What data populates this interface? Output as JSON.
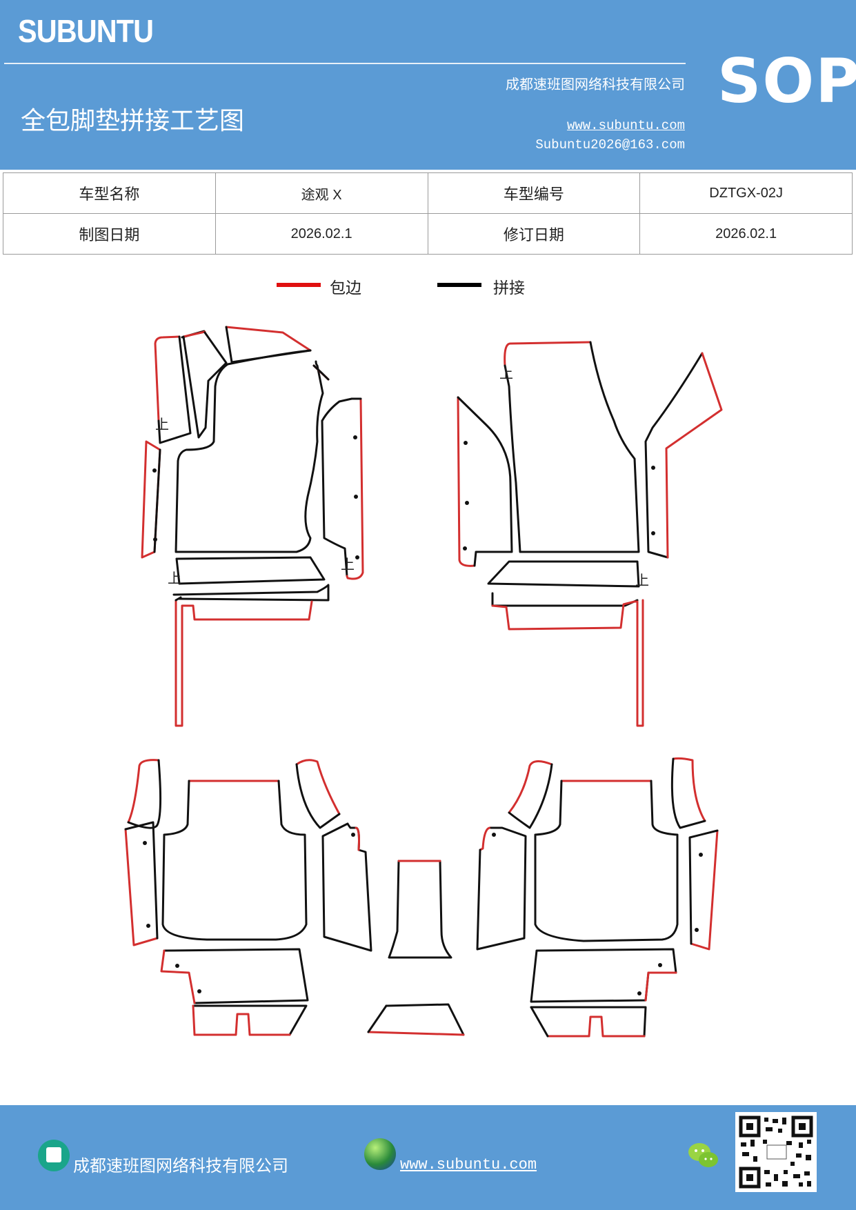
{
  "header": {
    "logo": "SUBUNTU",
    "badge": "SOP",
    "company": "成都速班图网络科技有限公司",
    "title": "全包脚垫拼接工艺图",
    "website": "www.subuntu.com",
    "email": "Subuntu2026@163.com"
  },
  "info_table": {
    "rows": [
      [
        "车型名称",
        "途观 X",
        "车型编号",
        "DZTGX-02J"
      ],
      [
        "制图日期",
        "2026.02.1",
        "修订日期",
        "2026.02.1"
      ]
    ]
  },
  "legend": [
    {
      "label": "包边",
      "color": "#e01010"
    },
    {
      "label": "拼接",
      "color": "#000000"
    }
  ],
  "drawing": {
    "edge_color": "#d32f2f",
    "seam_color": "#111111",
    "up_mark": "上"
  },
  "footer": {
    "company": "成都速班图网络科技有限公司",
    "website": "www.subuntu.com",
    "icons": [
      "building-icon",
      "globe-icon",
      "wechat-icon",
      "qr-code"
    ]
  },
  "colors": {
    "header_bg": "#5b9bd5",
    "footer_bg": "#5b9bd5"
  }
}
